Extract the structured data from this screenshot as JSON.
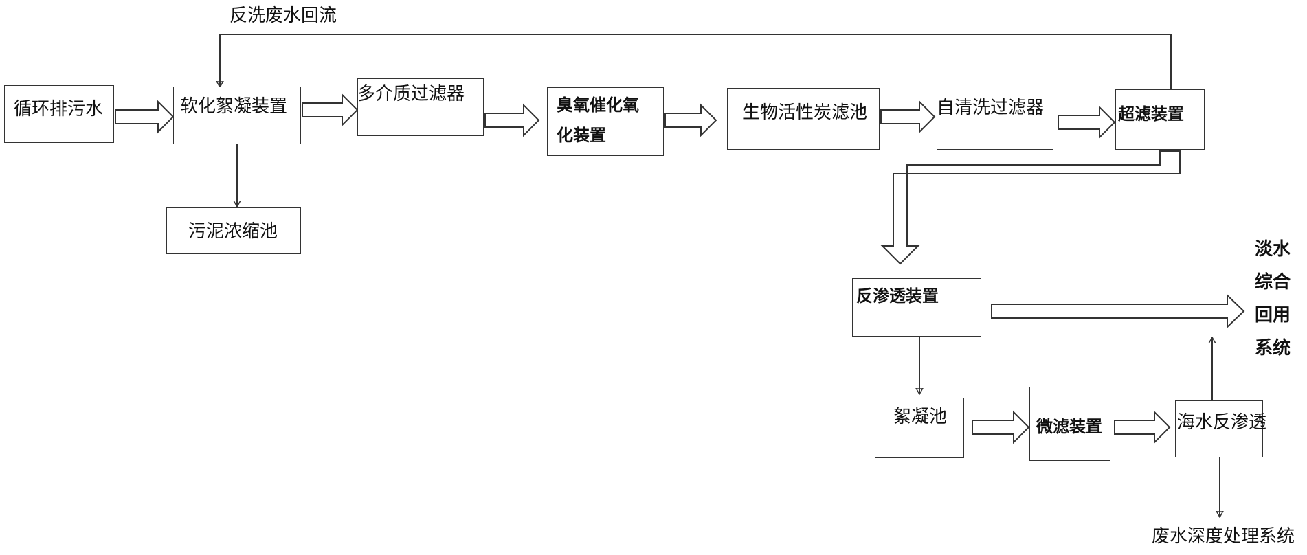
{
  "nodes": {
    "circulating_blowdown": "循环排污水",
    "softening_coagulation": "软化絮凝装置",
    "multimedia_filter": "多介质过滤器",
    "ozone_catalytic_line1": "臭氧催化氧",
    "ozone_catalytic_line2": "化装置",
    "bio_activated_carbon": "生物活性炭滤池",
    "self_cleaning_filter": "自清洗过滤器",
    "ultrafiltration": "超滤装置",
    "sludge_thickener": "污泥浓缩池",
    "reverse_osmosis": "反渗透装置",
    "flocculation_tank": "絮凝池",
    "microfiltration": "微滤装置",
    "seawater_ro": "海水反渗透"
  },
  "labels": {
    "backwash_return": "反洗废水回流",
    "freshwater_reuse_line1": "淡水",
    "freshwater_reuse_line2": "综合",
    "freshwater_reuse_line3": "回用",
    "freshwater_reuse_line4": "系统",
    "wastewater_advanced_treatment": "废水深度处理系统"
  },
  "colors": {
    "line": "#333333",
    "text": "#111111"
  }
}
